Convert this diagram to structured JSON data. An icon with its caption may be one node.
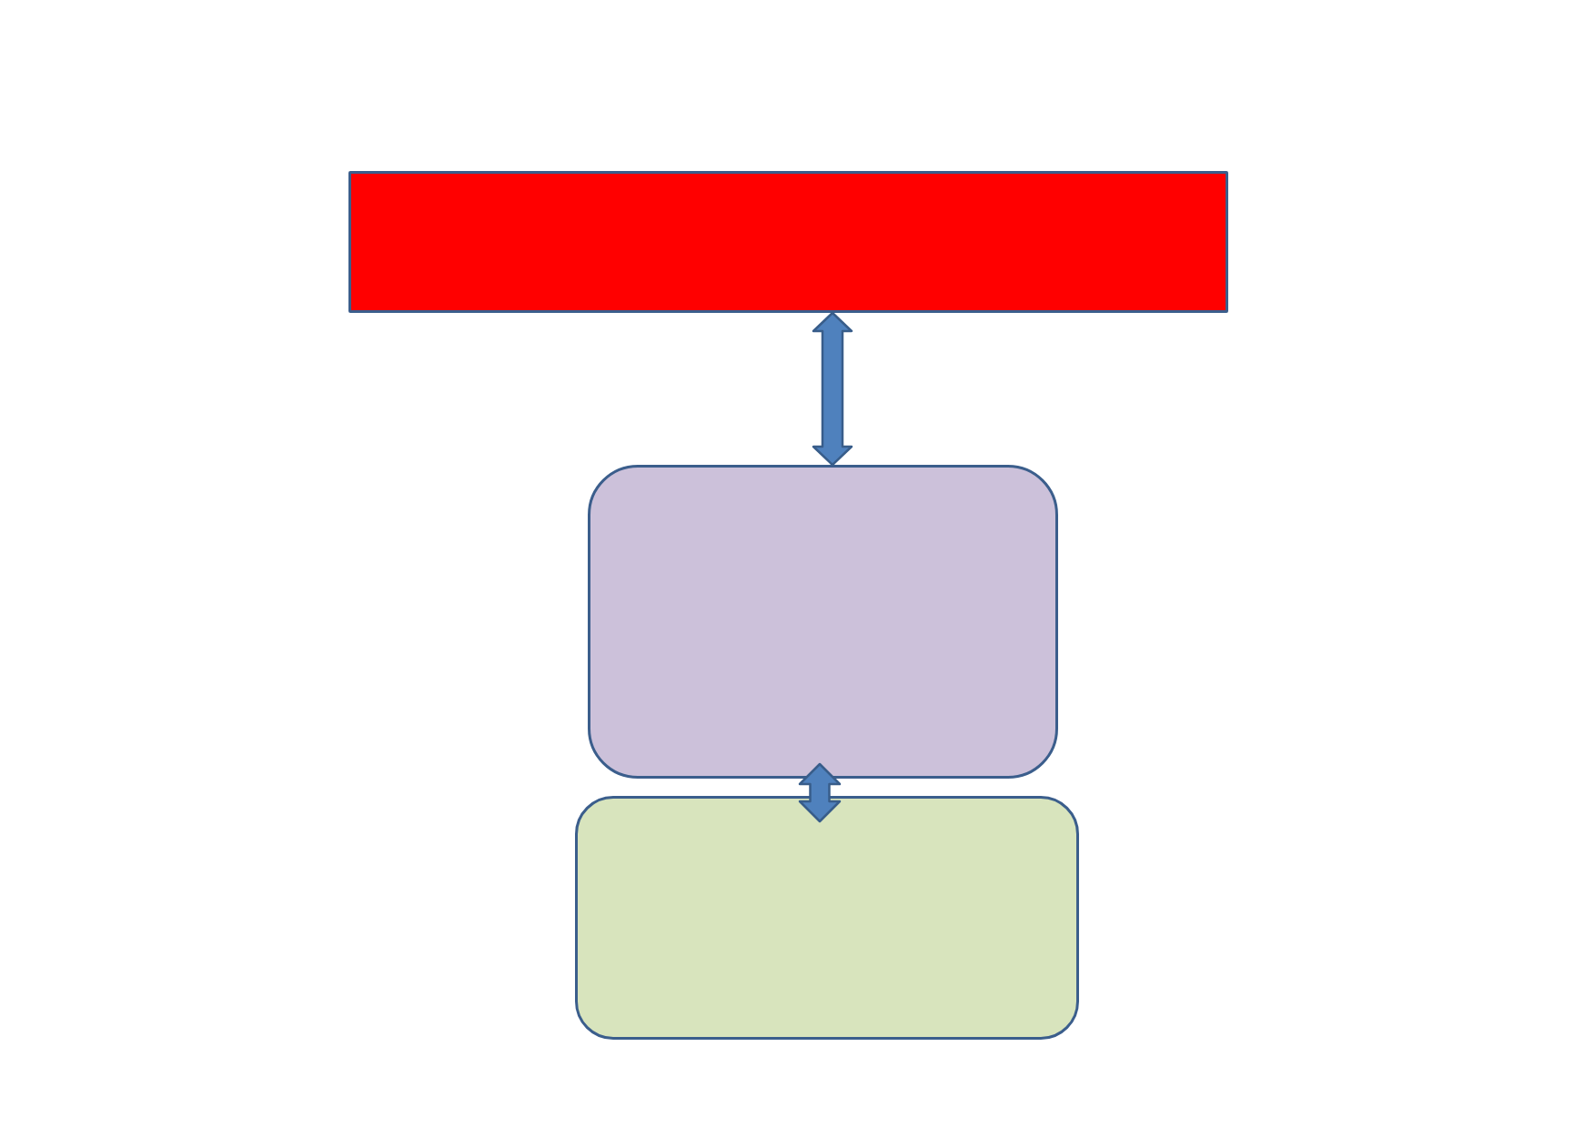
{
  "diagram": {
    "nodes": [
      {
        "text": [],
        "shape": "box"
      },
      {
        "text": [],
        "shape": "box"
      },
      {
        "text": [],
        "shape": "box"
      }
    ],
    "edges": [
      {
        "from": 0,
        "to": 1,
        "arrow": "both",
        "style": "thick"
      },
      {
        "from": 1,
        "to": 2,
        "arrow": "both",
        "style": "thick"
      }
    ]
  }
}
